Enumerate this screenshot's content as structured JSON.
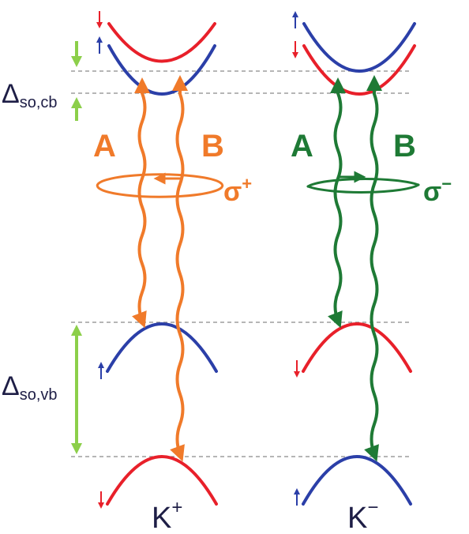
{
  "labels": {
    "delta_cb_symbol": "Δ",
    "delta_cb_sub": "so,cb",
    "delta_vb_symbol": "Δ",
    "delta_vb_sub": "so,vb",
    "k_plus_main": "K",
    "k_plus_sup": "+",
    "k_minus_main": "K",
    "k_minus_sup": "−",
    "left_a": "A",
    "left_b": "B",
    "right_a": "A",
    "right_b": "B",
    "sigma_plus_main": "σ",
    "sigma_plus_sup": "+",
    "sigma_minus_main": "σ",
    "sigma_minus_sup": "−"
  },
  "colors": {
    "spin_up": "#2b3fa8",
    "spin_down": "#e8202a",
    "orange": "#f07a2a",
    "green": "#1e7a35",
    "splitting_arrow": "#8ccf4a",
    "dashed": "#8a8a8a",
    "text_dark": "#1e1e46"
  },
  "valleys": [
    {
      "name": "K+",
      "top_band_spin": "down",
      "second_band_spin": "up",
      "upper_valence_spin": "up",
      "lower_valence_spin": "down",
      "polarization": "sigma+"
    },
    {
      "name": "K-",
      "top_band_spin": "up",
      "second_band_spin": "down",
      "upper_valence_spin": "down",
      "lower_valence_spin": "up",
      "polarization": "sigma-"
    }
  ]
}
